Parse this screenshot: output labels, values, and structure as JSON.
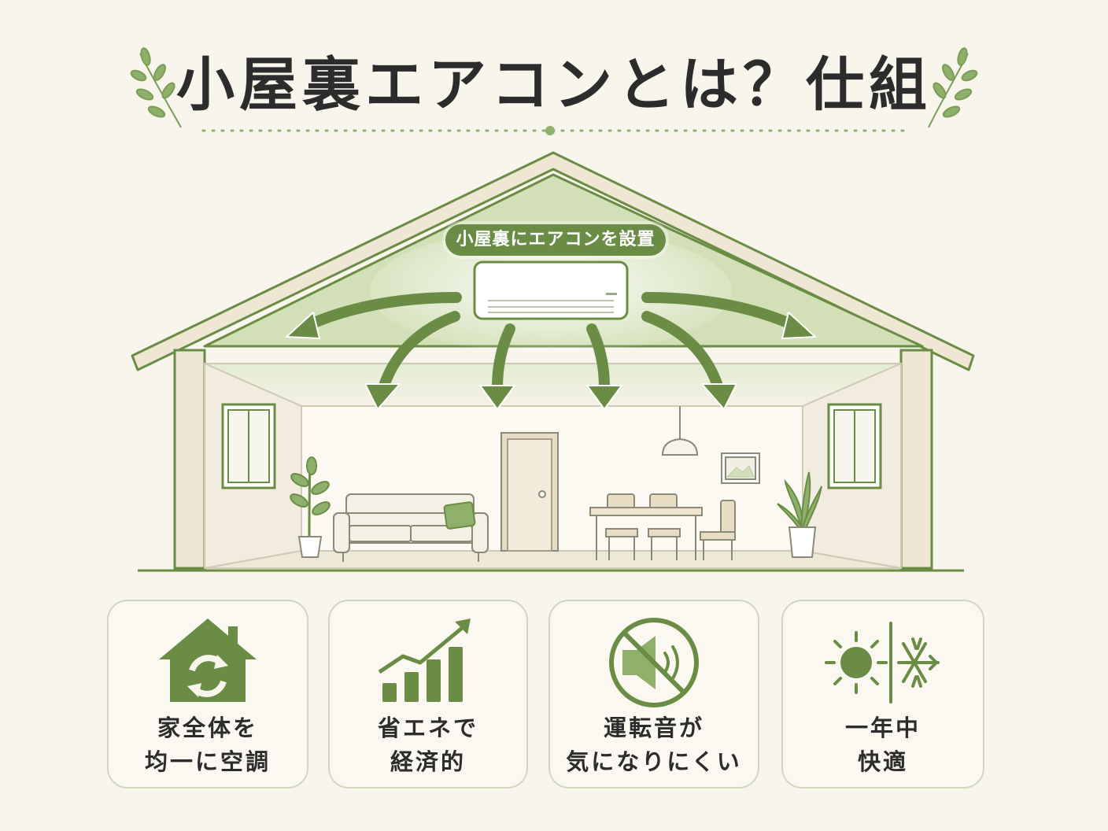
{
  "title": "小屋裏エアコンとは？仕組",
  "diagram": {
    "install_label": "小屋裏にエアコンを設置"
  },
  "features": [
    {
      "icon": "house-circulation-icon",
      "line1": "家全体を",
      "line2": "均一に空調"
    },
    {
      "icon": "rising-bar-chart-icon",
      "line1": "省エネで",
      "line2": "経済的"
    },
    {
      "icon": "muted-speaker-icon",
      "line1": "運転音が",
      "line2": "気になりにくい"
    },
    {
      "icon": "sun-snowflake-icon",
      "line1": "一年中",
      "line2": "快適"
    }
  ],
  "colors": {
    "accent_green": "#6a8c45",
    "light_green": "#d3e0b7",
    "background": "#f8f5ec",
    "wall": "#efe6d3"
  }
}
